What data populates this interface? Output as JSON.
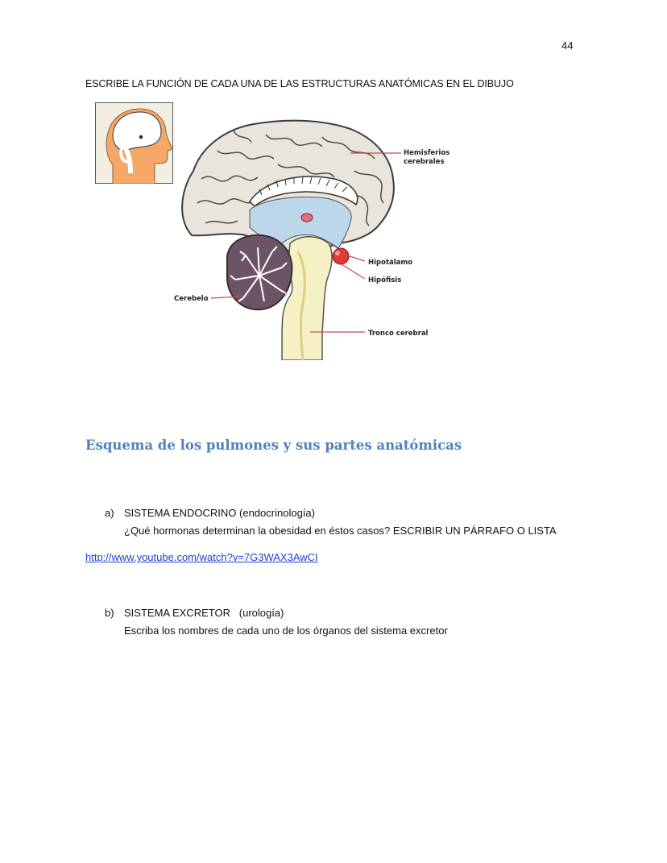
{
  "page_number": "44",
  "instruction": "ESCRIBE LA FUNCIÓN DE CADA UNA DE LAS ESTRUCTURAS ANATÓMICAS EN EL DIBUJO",
  "brain_figure": {
    "labels": {
      "hemisferios_1": "Hemisferios",
      "hemisferios_2": "cerebrales",
      "hipotalamo": "Hipotálamo",
      "hipofisis": "Hipófisis",
      "cerebelo": "Cerebelo",
      "tronco": "Tronco cerebral"
    }
  },
  "section_heading": "Esquema de los pulmones y sus partes anatómicas",
  "items": [
    {
      "marker": "a)",
      "title": "SISTEMA ENDOCRINO (endocrinología)",
      "text": "¿Qué hormonas determinan la obesidad en éstos casos? ESCRIBIR UN PÁRRAFO O LISTA"
    },
    {
      "marker": "b)",
      "title": "SISTEMA EXCRETOR   (urología)",
      "text": "Escriba los nombres de cada uno de los órganos del sistema excretor"
    }
  ],
  "link": "http://www.youtube.com/watch?v=7G3WAX3AwCI"
}
